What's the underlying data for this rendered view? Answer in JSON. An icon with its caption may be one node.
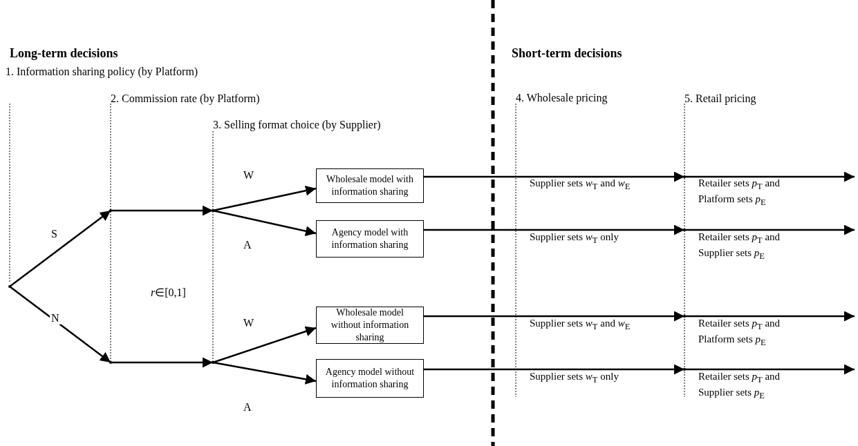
{
  "diagram": {
    "nodes": [
      {
        "text": [],
        "shape": "point"
      },
      {
        "text": [],
        "shape": "point"
      },
      {
        "text": [],
        "shape": "point"
      },
      {
        "text": [],
        "shape": "point"
      },
      {
        "text": [],
        "shape": "point"
      },
      {
        "text": [
          "Wholesale model with information sharing"
        ]
      },
      {
        "text": [
          "Agency model with information sharing"
        ]
      },
      {
        "text": [
          "Wholesale model without information sharing"
        ]
      },
      {
        "text": [
          "Agency model without information sharing"
        ]
      },
      {
        "text": [],
        "shape": "point"
      },
      {
        "text": [],
        "shape": "point"
      },
      {
        "text": [],
        "shape": "point"
      },
      {
        "text": [],
        "shape": "point"
      }
    ],
    "edges": [
      {
        "from": 0,
        "to": 1,
        "arrow": "to",
        "label": "S"
      },
      {
        "from": 0,
        "to": 2,
        "arrow": "to",
        "label": "N"
      },
      {
        "from": 1,
        "to": 3,
        "arrow": "to"
      },
      {
        "from": 2,
        "to": 4,
        "arrow": "to"
      },
      {
        "from": 3,
        "to": 5,
        "arrow": "to",
        "label": "W"
      },
      {
        "from": 3,
        "to": 6,
        "arrow": "to",
        "label": "A"
      },
      {
        "from": 4,
        "to": 7,
        "arrow": "to",
        "label": "W"
      },
      {
        "from": 4,
        "to": 8,
        "arrow": "to",
        "label": "A"
      },
      {
        "from": 5,
        "to": 9,
        "arrow": "to"
      },
      {
        "from": 6,
        "to": 10,
        "arrow": "to"
      },
      {
        "from": 7,
        "to": 11,
        "arrow": "to"
      },
      {
        "from": 8,
        "to": 12,
        "arrow": "to"
      },
      {
        "from": 9,
        "to": null,
        "arrow": "to"
      },
      {
        "from": 10,
        "to": null,
        "arrow": "to"
      },
      {
        "from": 11,
        "to": null,
        "arrow": "to"
      },
      {
        "from": 12,
        "to": null,
        "arrow": "to"
      }
    ],
    "labels": [
      "Long-term decisions",
      "Short-term decisions",
      "1. Information sharing policy (by Platform)",
      "4. Wholesale pricing",
      "2. Commission rate (by Platform)",
      "5. Retail pricing",
      "3. Selling format choice (by Supplier)",
      "*r*∈[0,1]",
      "Supplier sets *w*$_{T}$ and *w*$_{E}$",
      "Retailer sets *p*$_{T}$ and Platform sets *p*$_{E}$",
      "Supplier sets *w*$_{T}$ only",
      "Retailer sets *p*$_{T}$ and Supplier sets *p*$_{E}$",
      "Supplier sets *w*$_{T}$ and *w*$_{E}$",
      "Retailer sets *p*$_{T}$ and Platform sets *p*$_{E}$",
      "Supplier sets *w*$_{T}$ only",
      "Retailer sets *p*$_{T}$ and Supplier sets *p*$_{E}$"
    ]
  }
}
